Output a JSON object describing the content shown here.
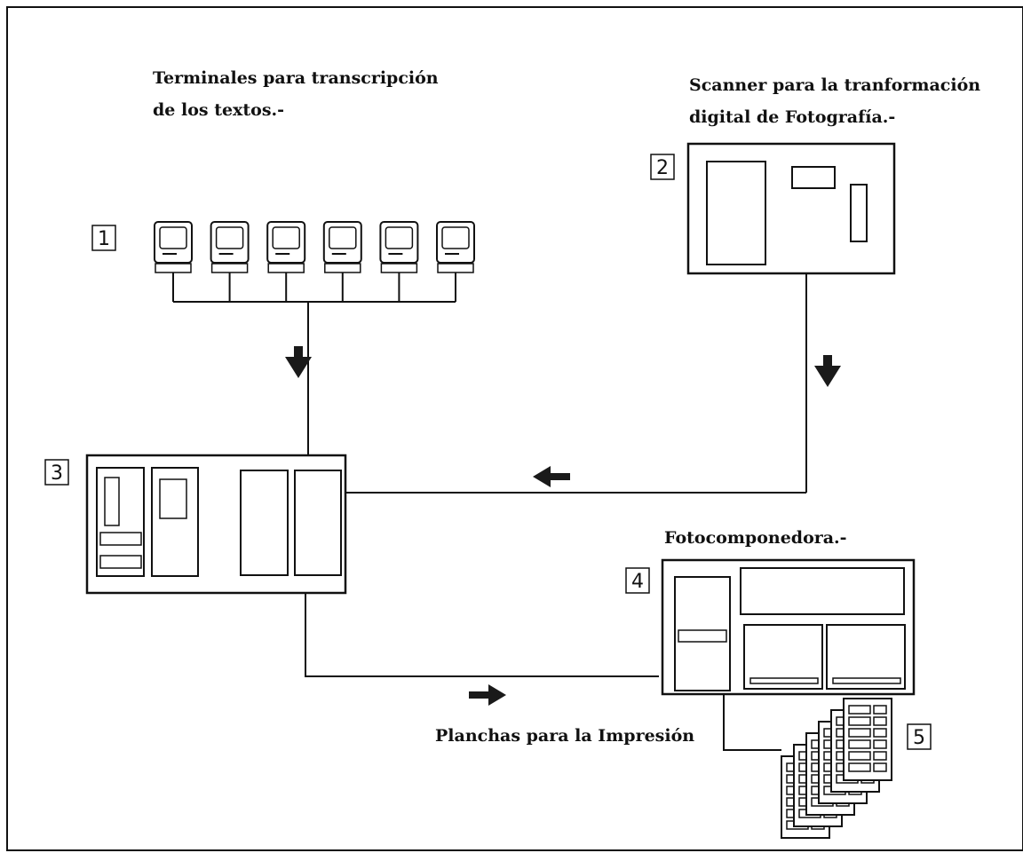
{
  "labels": {
    "terminals_line1": "Terminales para transcripción",
    "terminals_line2": "de los textos.-",
    "scanner_line1": "Scanner para la tranformación",
    "scanner_line2": "digital de Fotografía.-",
    "phototypesetter": "Fotocomponedora.-",
    "plates": "Planchas para la Impresión"
  },
  "markers": [
    "1",
    "2",
    "3",
    "4",
    "5"
  ],
  "terminal_count": 6,
  "plate_count": 6,
  "colors": {
    "ink": "#111111",
    "paper": "#ffffff"
  }
}
